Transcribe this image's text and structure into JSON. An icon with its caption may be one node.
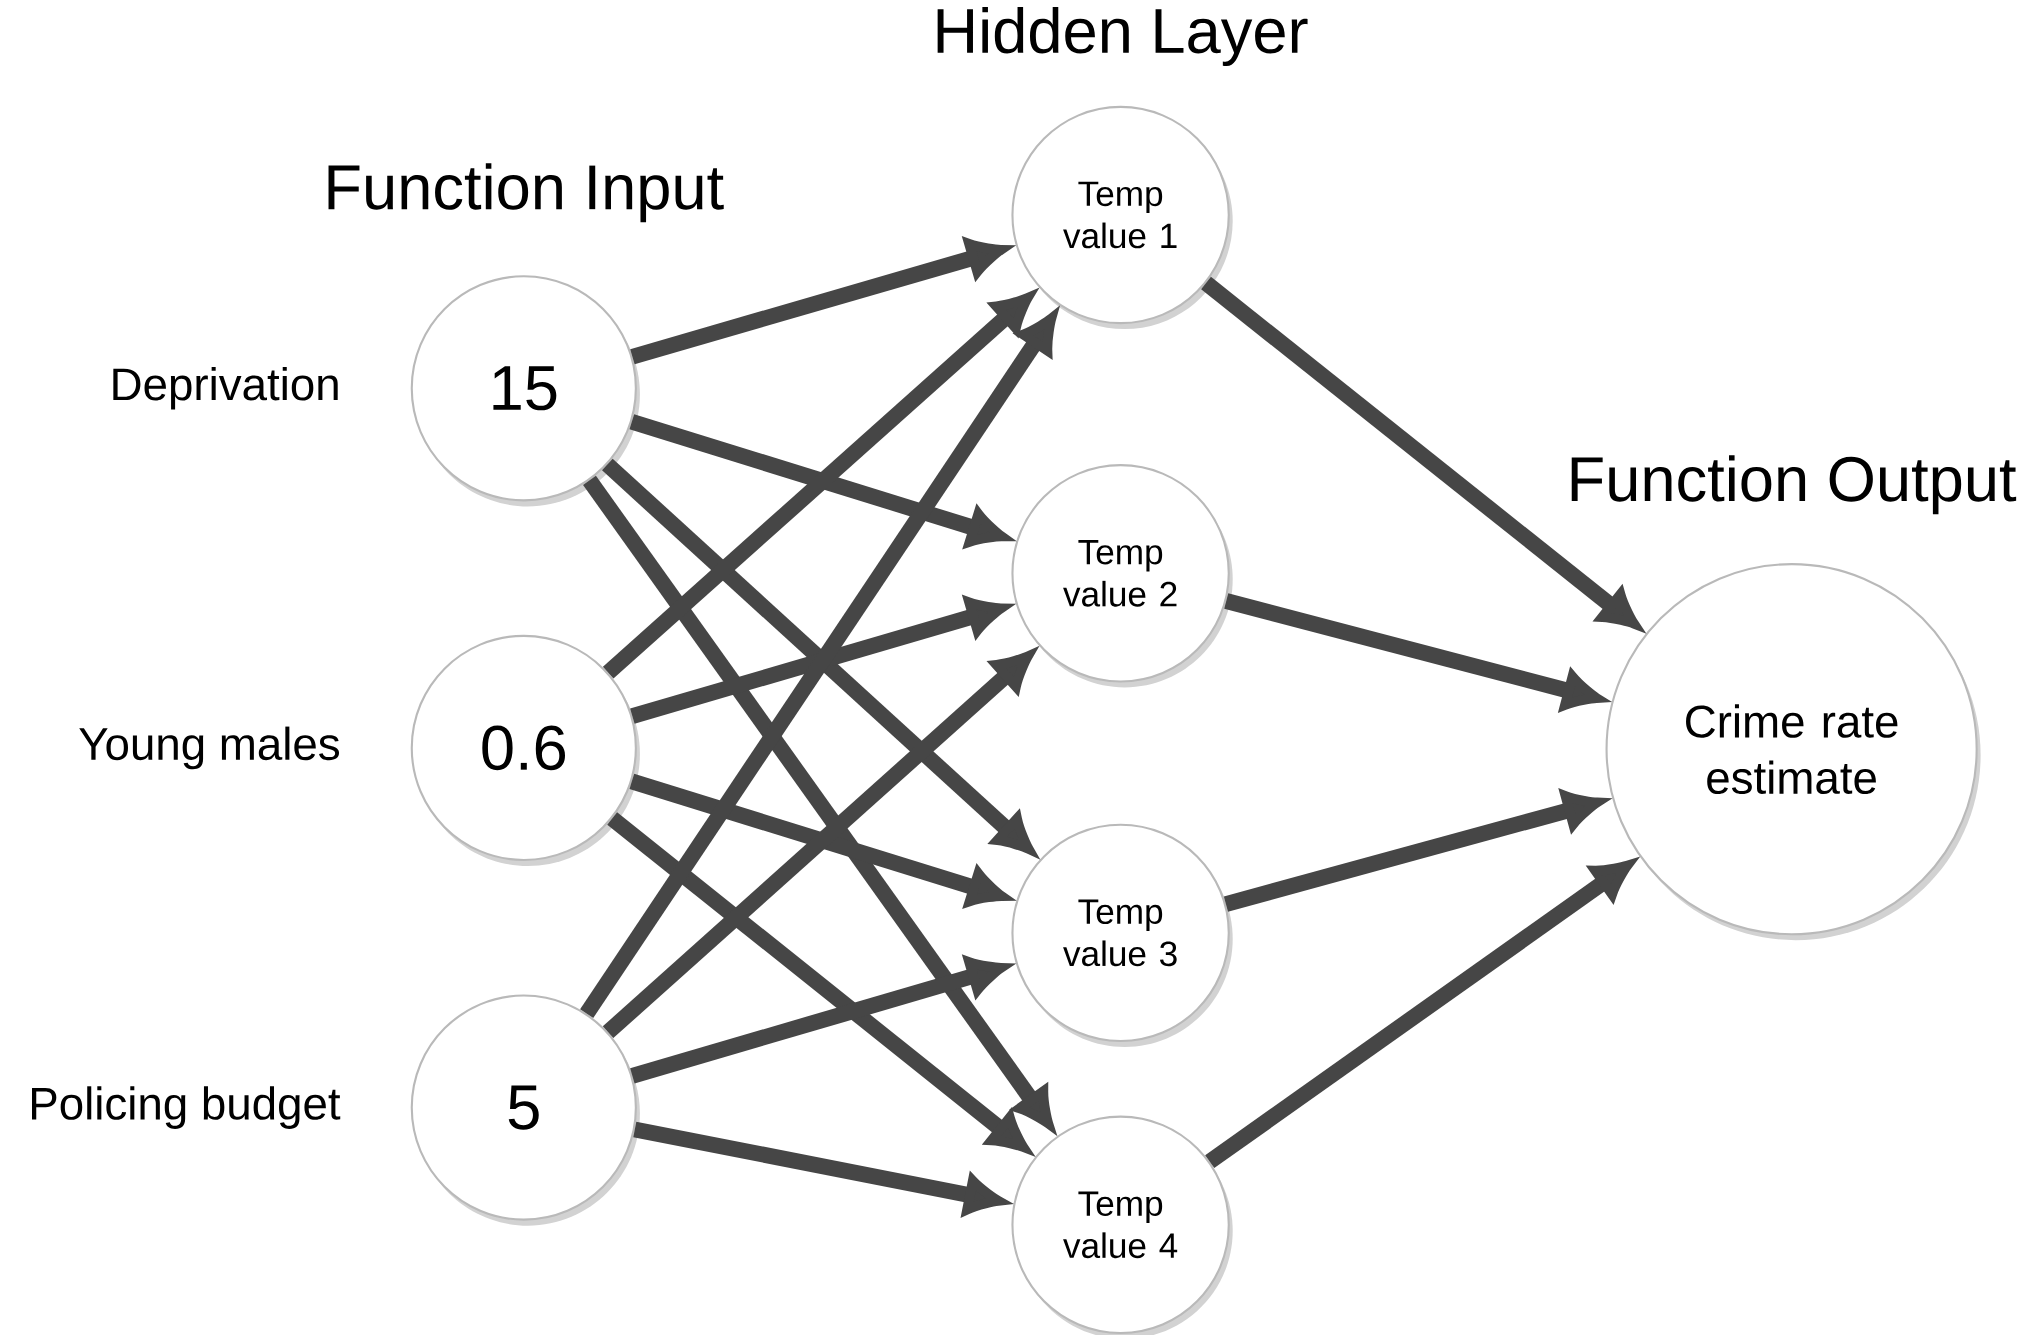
{
  "diagram": {
    "nodes": [
      {
        "text": [
          "15"
        ],
        "beside": [
          "Deprivation"
        ]
      },
      {
        "text": [
          "0.6"
        ],
        "beside": [
          "Young males"
        ]
      },
      {
        "text": [
          "5"
        ],
        "beside": [
          "Policing budget"
        ]
      },
      {
        "text": [
          "Temp value 1"
        ]
      },
      {
        "text": [
          "Temp value 2"
        ]
      },
      {
        "text": [
          "Temp value 3"
        ]
      },
      {
        "text": [
          "Temp value 4"
        ]
      },
      {
        "text": [
          "Crime rate estimate"
        ]
      }
    ],
    "edges": [
      {
        "from": 0,
        "to": 3,
        "arrow": "to"
      },
      {
        "from": 0,
        "to": 4,
        "arrow": "to"
      },
      {
        "from": 0,
        "to": 5,
        "arrow": "to"
      },
      {
        "from": 0,
        "to": 6,
        "arrow": "to"
      },
      {
        "from": 1,
        "to": 3,
        "arrow": "to"
      },
      {
        "from": 1,
        "to": 4,
        "arrow": "to"
      },
      {
        "from": 1,
        "to": 5,
        "arrow": "to"
      },
      {
        "from": 1,
        "to": 6,
        "arrow": "to"
      },
      {
        "from": 2,
        "to": 3,
        "arrow": "to"
      },
      {
        "from": 2,
        "to": 4,
        "arrow": "to"
      },
      {
        "from": 2,
        "to": 5,
        "arrow": "to"
      },
      {
        "from": 2,
        "to": 6,
        "arrow": "to"
      },
      {
        "from": 3,
        "to": 7,
        "arrow": "to"
      },
      {
        "from": 4,
        "to": 7,
        "arrow": "to"
      },
      {
        "from": 5,
        "to": 7,
        "arrow": "to"
      },
      {
        "from": 6,
        "to": 7,
        "arrow": "to"
      }
    ],
    "labels": [
      "Hidden Layer",
      "Function Input",
      "Function Output"
    ]
  }
}
